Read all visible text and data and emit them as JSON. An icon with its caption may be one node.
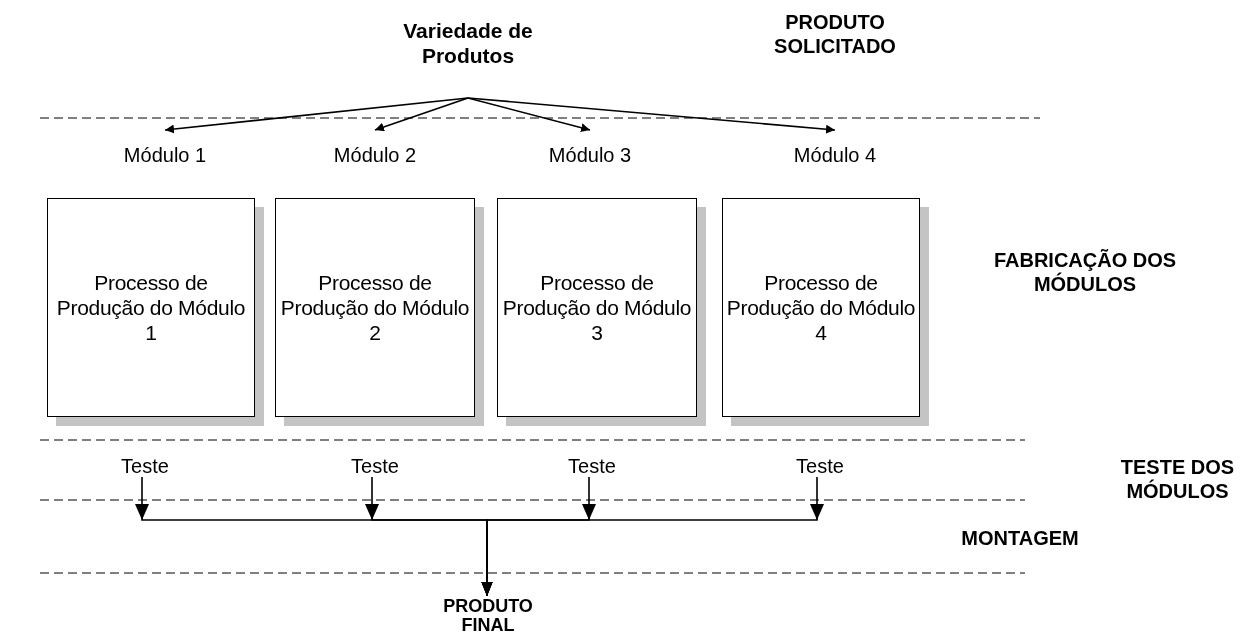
{
  "diagram": {
    "nodes": [
      {
        "text": [
          "Variedade de Produtos"
        ]
      },
      {
        "text": [
          "Módulo 1"
        ]
      },
      {
        "text": [
          "Módulo 2"
        ]
      },
      {
        "text": [
          "Módulo 3"
        ]
      },
      {
        "text": [
          "Módulo 4"
        ]
      },
      {
        "text": [
          "Processo de Produção do Módulo 1"
        ]
      },
      {
        "text": [
          "Processo de Produção do Módulo 2"
        ]
      },
      {
        "text": [
          "Processo de Produção do Módulo 3"
        ]
      },
      {
        "text": [
          "Processo de Produção do Módulo 4"
        ]
      },
      {
        "text": [
          "Teste"
        ]
      },
      {
        "text": [
          "Teste"
        ]
      },
      {
        "text": [
          "Teste"
        ]
      },
      {
        "text": [
          "Teste"
        ]
      },
      {
        "text": [
          "PRODUTO FINAL"
        ]
      }
    ],
    "edges": [
      {
        "from": 0,
        "to": 1,
        "arrow": "to"
      },
      {
        "from": 0,
        "to": 2,
        "arrow": "to"
      },
      {
        "from": 0,
        "to": 3,
        "arrow": "to"
      },
      {
        "from": 0,
        "to": 4,
        "arrow": "to"
      },
      {
        "from": 9,
        "to": 13,
        "arrow": "to"
      },
      {
        "from": 10,
        "to": 13,
        "arrow": "to"
      },
      {
        "from": 11,
        "to": 13,
        "arrow": "to"
      },
      {
        "from": 12,
        "to": 13,
        "arrow": "to"
      }
    ],
    "labels": [
      "PRODUTO SOLICITADO",
      "FABRICAÇÃO DOS MÓDULOS",
      "TESTE DOS MÓDULOS",
      "MONTAGEM"
    ]
  }
}
